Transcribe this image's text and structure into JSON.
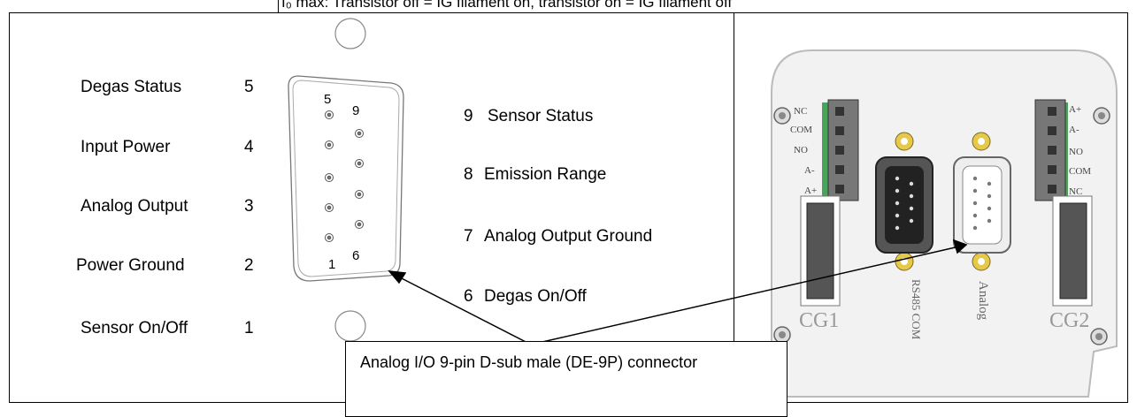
{
  "header_text": "I₀ max: Transistor off = IG filament on, transistor on = IG filament off",
  "left_pins": [
    {
      "name": "Degas Status",
      "num": "5"
    },
    {
      "name": "Input Power",
      "num": "4"
    },
    {
      "name": "Analog Output",
      "num": "3"
    },
    {
      "name": "Power Ground",
      "num": "2"
    },
    {
      "name": "Sensor On/Off",
      "num": "1"
    }
  ],
  "right_pins": [
    {
      "num": "9",
      "name": "Sensor Status"
    },
    {
      "num": "8",
      "name": "Emission Range"
    },
    {
      "num": "7",
      "name": "Analog Output Ground"
    },
    {
      "num": "6",
      "name": "Degas On/Off"
    }
  ],
  "connector_labels": {
    "pin5": "5",
    "pin9": "9",
    "pin1": "1",
    "pin6": "6"
  },
  "photo_labels": {
    "cg1": "CG1",
    "cg2": "CG2",
    "com": "RS485 COM",
    "analog": "Analog",
    "left_terminal": [
      "NC",
      "COM",
      "NO",
      "A-",
      "A+"
    ],
    "right_terminal": [
      "A+",
      "A-",
      "NO",
      "COM",
      "NC"
    ]
  },
  "callout": "Analog I/O 9-pin D-sub male (DE-9P) connector"
}
